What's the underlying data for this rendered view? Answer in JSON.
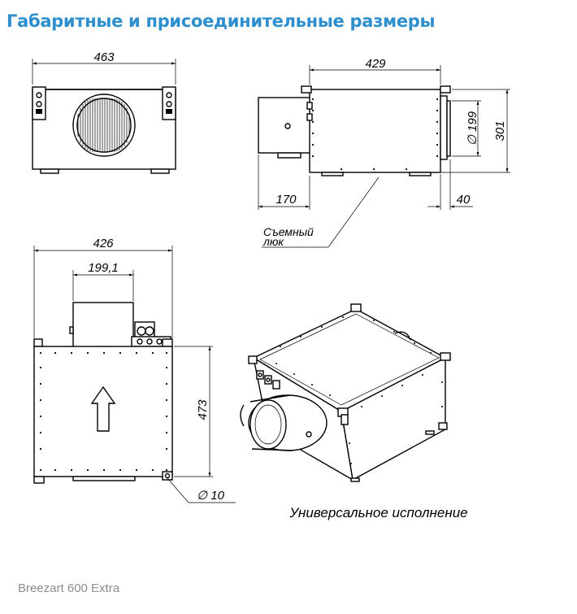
{
  "title": "Габаритные и присоединительные размеры",
  "footer": "Breezart 600 Extra",
  "dimensions": {
    "front_width": "463",
    "side_length": "429",
    "duct_diameter": "199",
    "side_height": "301",
    "duct_length": "170",
    "flange": "40",
    "top_width": "426",
    "top_duct": "199,1",
    "top_depth": "473",
    "hole_diameter": "10"
  },
  "labels": {
    "hatch_line1": "Съемный",
    "hatch_line2": "люк",
    "universal": "Универсальное исполнение"
  }
}
